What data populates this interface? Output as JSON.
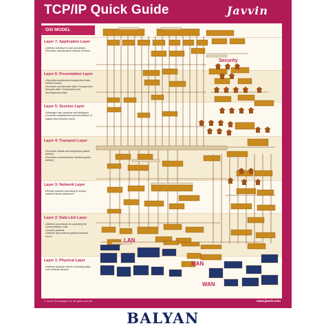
{
  "poster": {
    "title": "TCP/IP Quick Guide",
    "brand": "Javvin",
    "background_color": "#b01a56",
    "accent_color": "#c0225c",
    "box_color": "#c98a1e"
  },
  "osi": {
    "heading": "OSI MODEL",
    "layers": [
      {
        "title": "Layer 7: Application Layer",
        "items": [
          "Defines interface to user processes",
          "Provides standardized network services"
        ]
      },
      {
        "title": "Layer 6: Presentation Layer",
        "items": [
          "Specifies architecture-independent data transfer format",
          "Encodes and decodes data; Encrypts and decrypts data; Compresses and decompresses data"
        ]
      },
      {
        "title": "Layer 5: Session Layer",
        "items": [
          "Manages user sessions and dialogues",
          "Controls establishment and termination of logical links between users"
        ]
      },
      {
        "title": "Layer 4: Transport Layer",
        "items": [
          "Provides reliable and sequential packet delivery",
          "Provides connectionless oriented packet delivery"
        ]
      },
      {
        "title": "Layer 3: Network Layer",
        "items": [
          "Routes packets according to unique network device addresses"
        ]
      },
      {
        "title": "Layer 2: Data Link Layer",
        "items": [
          "Defines procedures for operating the communication links",
          "Frames packets",
          "Detects and corrects packets transmit errors"
        ]
      },
      {
        "title": "Layer 1: Physical Layer",
        "items": [
          "Defines physical means of sending data over network devices"
        ]
      }
    ]
  },
  "regions": {
    "security": "Security",
    "lan": "LAN",
    "man": "MAN",
    "wan": "WAN"
  },
  "footer": {
    "copyright": "© Javvin Technologies Inc. All rights reserved.",
    "url": "www.javvin.com"
  },
  "watermark": "BALYAN"
}
